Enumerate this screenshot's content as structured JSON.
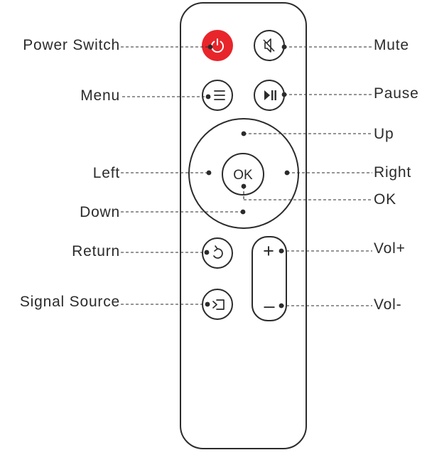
{
  "diagram": {
    "left_labels": {
      "power": "Power Switch",
      "menu": "Menu",
      "left": "Left",
      "down": "Down",
      "return": "Return",
      "source": "Signal Source"
    },
    "right_labels": {
      "mute": "Mute",
      "pause": "Pause",
      "up": "Up",
      "right": "Right",
      "ok": "OK",
      "vol_up": "Vol+",
      "vol_down": "Vol-"
    },
    "buttons": {
      "ok_text": "OK",
      "vol_plus_symbol": "+",
      "vol_minus_symbol": "–"
    },
    "icons": {
      "power": "power-icon",
      "mute": "speaker-mute-icon",
      "menu": "menu-lines-icon",
      "play_pause": "play-pause-icon",
      "return": "return-arrow-icon",
      "source": "input-source-icon"
    },
    "colors": {
      "power_button": "#e8252b",
      "outline": "#2b2b2b",
      "leader_line": "#2b2b2b"
    }
  }
}
